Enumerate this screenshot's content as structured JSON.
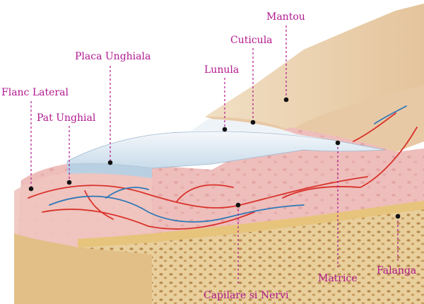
{
  "labels": {
    "mantou": "Mantou",
    "cuticula": "Cuticula",
    "placa_unghiala": "Placa Unghiala",
    "lunula": "Lunula",
    "flanc_lateral": "Flanc Lateral",
    "pat_unghial": "Pat Unghial",
    "matrice": "Matrice",
    "falanga": "Falanga",
    "capilare_si_nervi": "Capilare si Nervi"
  },
  "colors": {
    "label": "#b0178f",
    "skin": "#e8c9a2",
    "dermis": "#eab5b4",
    "nail_plate": "#d9e7f1",
    "bone": "#e9cf9d",
    "artery": "#d9332b",
    "nerve": "#2f78b7"
  }
}
